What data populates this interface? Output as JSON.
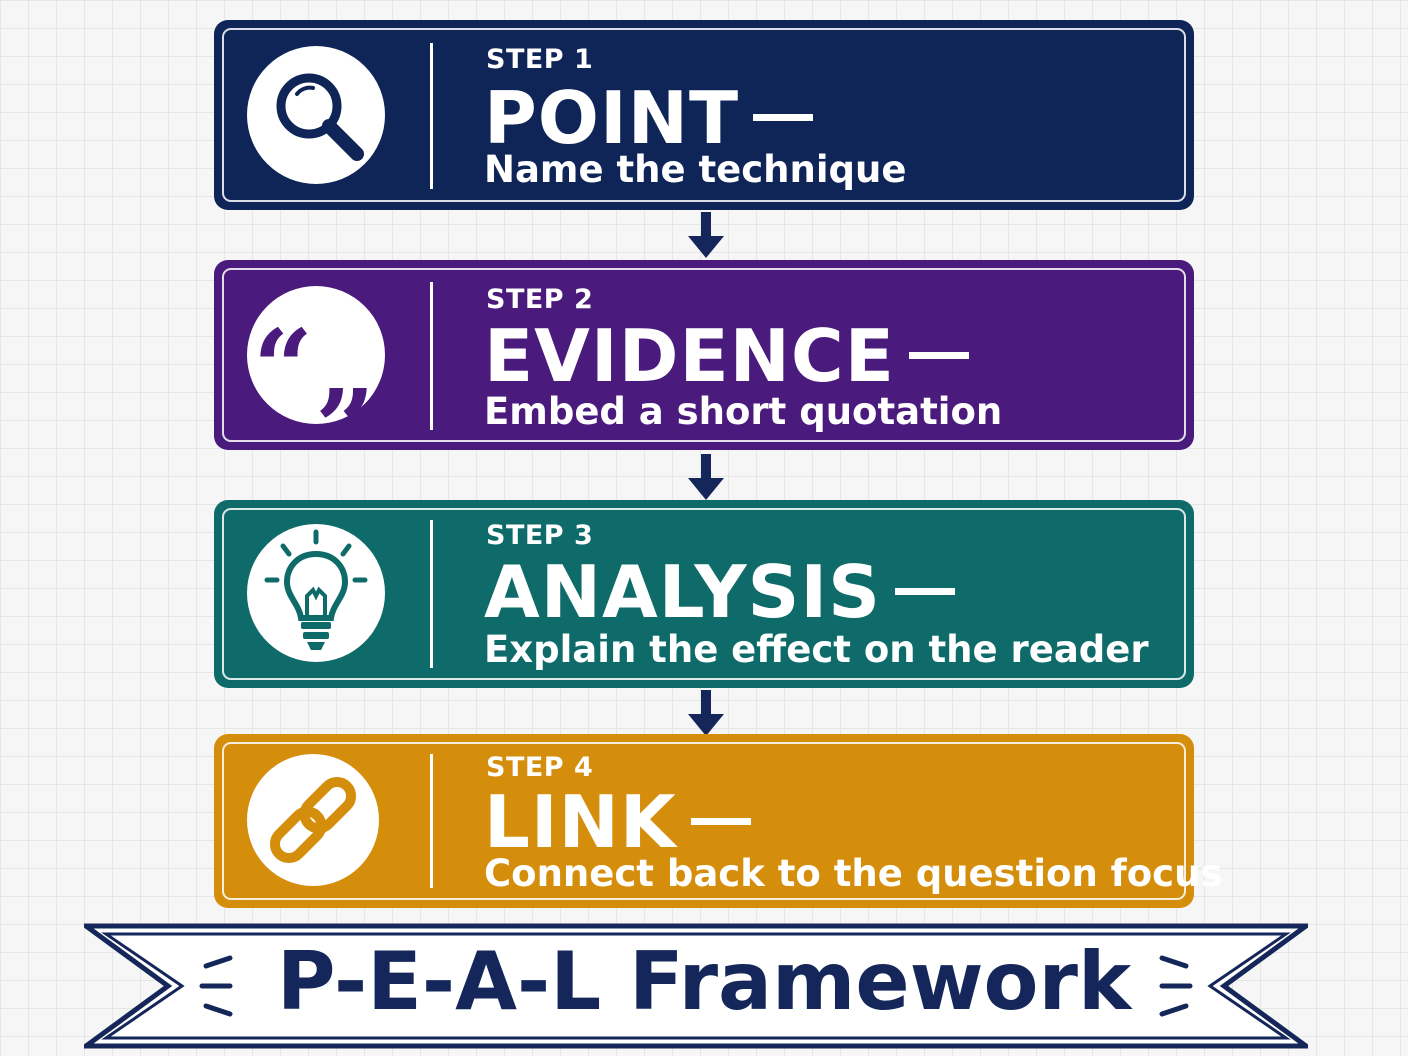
{
  "steps": [
    {
      "label": "STEP 1",
      "title": "POINT",
      "desc": "Name the technique",
      "color": "#0f2557",
      "icon": "magnifier-icon"
    },
    {
      "label": "STEP 2",
      "title": "EVIDENCE",
      "desc": "Embed a short quotation",
      "color": "#4a1a7c",
      "icon": "quote-icon"
    },
    {
      "label": "STEP 3",
      "title": "ANALYSIS",
      "desc": "Explain the effect on the reader",
      "color": "#0e6b69",
      "icon": "lightbulb-icon"
    },
    {
      "label": "STEP 4",
      "title": "LINK",
      "desc": "Connect back to the question focus",
      "color": "#d58e0c",
      "icon": "chain-link-icon"
    }
  ],
  "banner": {
    "title": "P-E-A-L Framework",
    "color": "#15275a"
  }
}
